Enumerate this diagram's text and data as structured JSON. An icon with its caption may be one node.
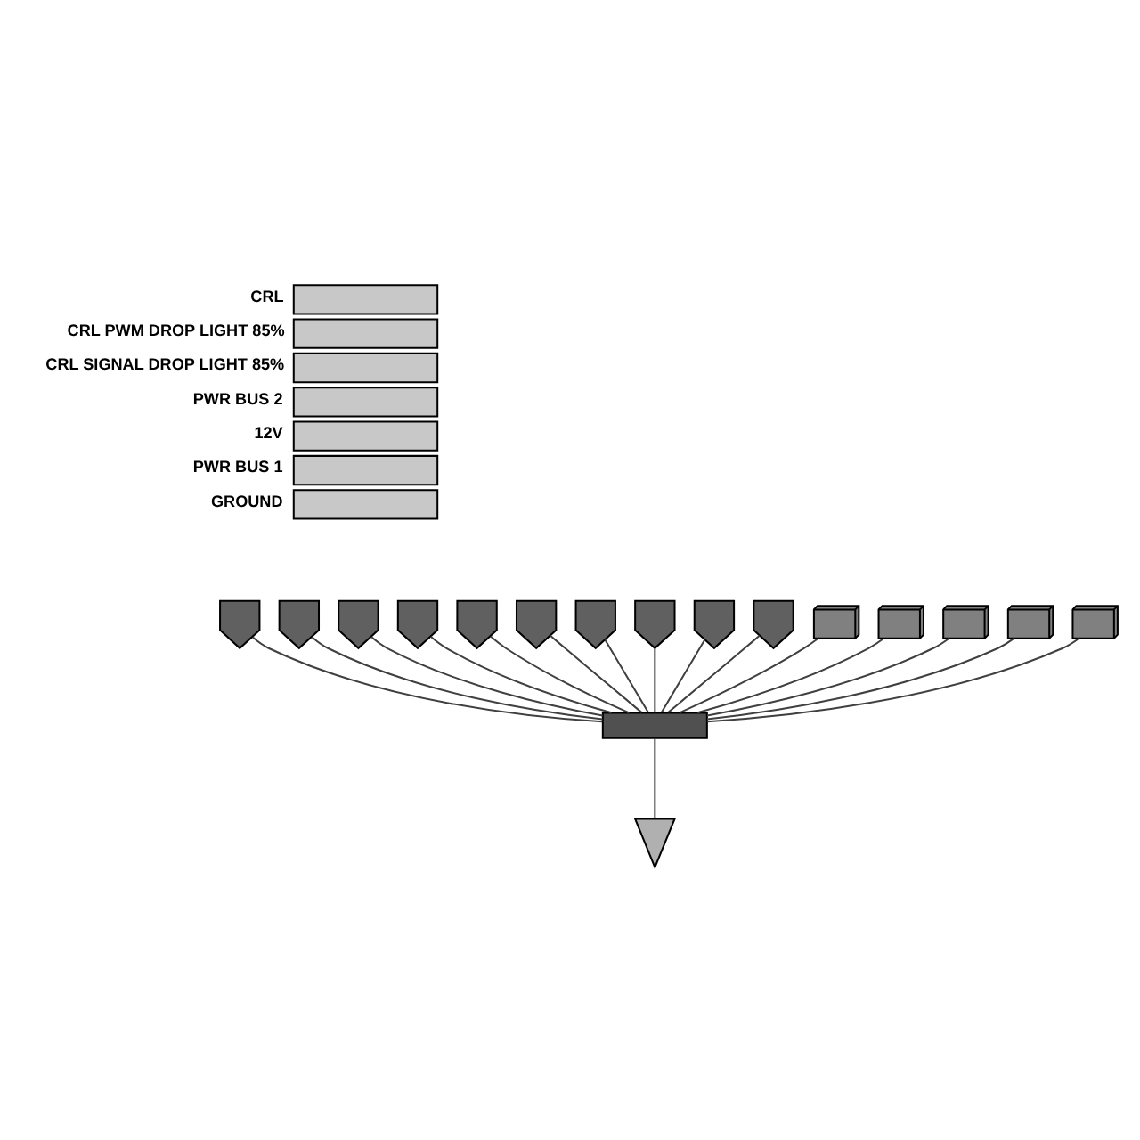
{
  "diagram": {
    "nodes": [
      {
        "text": [],
        "shape": "lamp"
      },
      {
        "text": [],
        "shape": "lamp"
      },
      {
        "text": [],
        "shape": "lamp"
      },
      {
        "text": [],
        "shape": "lamp"
      },
      {
        "text": [],
        "shape": "lamp"
      },
      {
        "text": [],
        "shape": "lamp"
      },
      {
        "text": [],
        "shape": "lamp"
      },
      {
        "text": [],
        "shape": "lamp"
      },
      {
        "text": [],
        "shape": "lamp"
      },
      {
        "text": [],
        "shape": "lamp"
      },
      {
        "text": [],
        "shape": "connector"
      },
      {
        "text": [],
        "shape": "box"
      },
      {
        "text": [],
        "shape": "connector"
      },
      {
        "text": [],
        "shape": "connector"
      },
      {
        "text": [],
        "shape": "connector"
      },
      {
        "text": [],
        "shape": "connector"
      },
      {
        "text": [],
        "shape": "stake"
      }
    ],
    "edges": [
      {
        "from": 0,
        "to": 11,
        "arrow": "none"
      },
      {
        "from": 1,
        "to": 11,
        "arrow": "none"
      },
      {
        "from": 2,
        "to": 11,
        "arrow": "none"
      },
      {
        "from": 3,
        "to": 11,
        "arrow": "none"
      },
      {
        "from": 4,
        "to": 11,
        "arrow": "none"
      },
      {
        "from": 5,
        "to": 11,
        "arrow": "none"
      },
      {
        "from": 6,
        "to": 11,
        "arrow": "none"
      },
      {
        "from": 7,
        "to": 11,
        "arrow": "none"
      },
      {
        "from": 8,
        "to": 11,
        "arrow": "none"
      },
      {
        "from": 9,
        "to": 11,
        "arrow": "none"
      },
      {
        "from": 10,
        "to": 11,
        "arrow": "none"
      },
      {
        "from": 12,
        "to": 11,
        "arrow": "none"
      },
      {
        "from": 13,
        "to": 11,
        "arrow": "none"
      },
      {
        "from": 14,
        "to": 11,
        "arrow": "none"
      },
      {
        "from": 15,
        "to": 11,
        "arrow": "none"
      },
      {
        "from": 11,
        "to": 16,
        "arrow": "none"
      }
    ],
    "legend": [
      {
        "text": "CRL",
        "color": "#c8c8c8"
      },
      {
        "text": "CRL PWM DROP LIGHT 85%",
        "color": "#c8c8c8"
      },
      {
        "text": "CRL SIGNAL DROP LIGHT 85%",
        "color": "#c8c8c8"
      },
      {
        "text": "PWR BUS 2",
        "color": "#c8c8c8"
      },
      {
        "text": "12V",
        "color": "#c8c8c8"
      },
      {
        "text": "PWR BUS 1",
        "color": "#c8c8c8"
      },
      {
        "text": "GROUND",
        "color": "#c8c8c8"
      }
    ]
  }
}
